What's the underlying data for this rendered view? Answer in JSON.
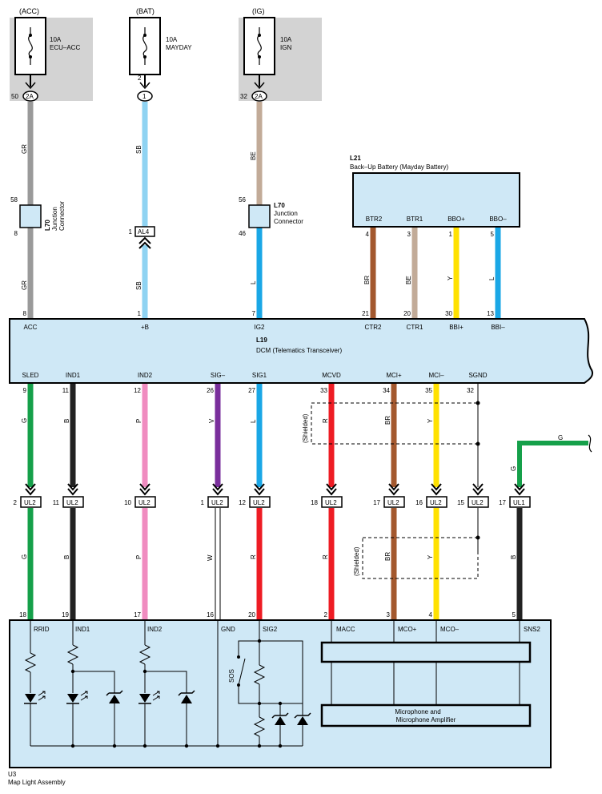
{
  "colors": {
    "gray_box": "#d3d3d3",
    "module_fill": "#cfe8f6",
    "GR": "#9a9a9a",
    "SB": "#8fd3f2",
    "BE": "#c2ab98",
    "L": "#1aa7e6",
    "BR": "#a3582e",
    "Y": "#ffe100",
    "G": "#15a04a",
    "B": "#222222",
    "P": "#f08cc0",
    "V": "#7a2f9c",
    "R": "#ee1c24",
    "W": "#ffffff"
  },
  "fuses": [
    {
      "source": "(ACC)",
      "rating": "10A",
      "name": "ECU–ACC",
      "connector": "2A",
      "pin": "50",
      "wire": "GR"
    },
    {
      "source": "(BAT)",
      "rating": "10A",
      "name": "MAYDAY",
      "connector": "1",
      "pin": "2",
      "wire": "SB"
    },
    {
      "source": "(IG)",
      "rating": "10A",
      "name": "IGN",
      "connector": "2A",
      "pin": "32",
      "wire": "BE"
    }
  ],
  "junction_left": {
    "id": "L70",
    "label1": "Junction",
    "label2": "Connector",
    "pin_top": "58",
    "pin_bottom": "8"
  },
  "junction_right": {
    "id": "L70",
    "label1": "Junction",
    "label2": "Connector",
    "pin_top": "56",
    "pin_bottom": "46"
  },
  "al4": {
    "pin": "1",
    "label": "AL4"
  },
  "battery": {
    "id": "L21",
    "name": "Back–Up Battery (Mayday Battery)",
    "terminals": [
      {
        "label": "BTR2",
        "pin": "4",
        "wire": "BR",
        "dcm_pin": "21",
        "dcm_label": "CTR2"
      },
      {
        "label": "BTR1",
        "pin": "3",
        "wire": "BE",
        "dcm_pin": "20",
        "dcm_label": "CTR1"
      },
      {
        "label": "BBO+",
        "pin": "1",
        "wire": "Y",
        "dcm_pin": "30",
        "dcm_label": "BBI+"
      },
      {
        "label": "BBO–",
        "pin": "5",
        "wire": "L",
        "dcm_pin": "13",
        "dcm_label": "BBI–"
      }
    ]
  },
  "dcm": {
    "id": "L19",
    "name": "DCM (Telematics Transceiver)",
    "top_terminals": [
      {
        "label": "ACC",
        "pin": "8",
        "wire": "GR"
      },
      {
        "label": "+B",
        "pin": "1",
        "wire": "SB"
      },
      {
        "label": "IG2",
        "pin": "7",
        "wire": "L"
      }
    ],
    "bottom_terminals": [
      {
        "label": "SLED",
        "pin": "9",
        "wire": "G"
      },
      {
        "label": "IND1",
        "pin": "11",
        "wire": "B"
      },
      {
        "label": "IND2",
        "pin": "12",
        "wire": "P"
      },
      {
        "label": "SIG–",
        "pin": "26",
        "wire": "V"
      },
      {
        "label": "SIG1",
        "pin": "27",
        "wire": "L"
      },
      {
        "label": "MCVD",
        "pin": "33",
        "wire": "R"
      },
      {
        "label": "MCI+",
        "pin": "34",
        "wire": "BR"
      },
      {
        "label": "MCI–",
        "pin": "35",
        "wire": "Y"
      },
      {
        "label": "SGND",
        "pin": "32",
        "wire": ""
      }
    ]
  },
  "ul_connectors": [
    {
      "pin": "2",
      "label": "UL2",
      "wire_below": "G",
      "map_pin": "18"
    },
    {
      "pin": "11",
      "label": "UL2",
      "wire_below": "B",
      "map_pin": "19"
    },
    {
      "pin": "10",
      "label": "UL2",
      "wire_below": "P",
      "map_pin": "17"
    },
    {
      "pin": "1",
      "label": "UL2",
      "wire_below": "W",
      "map_pin": "16"
    },
    {
      "pin": "12",
      "label": "UL2",
      "wire_below": "R",
      "map_pin": "20"
    },
    {
      "pin": "18",
      "label": "UL2",
      "wire_below": "R",
      "map_pin": "2"
    },
    {
      "pin": "17",
      "label": "UL2",
      "wire_below": "BR",
      "map_pin": "3"
    },
    {
      "pin": "16",
      "label": "UL2",
      "wire_below": "Y",
      "map_pin": "4"
    },
    {
      "pin": "15",
      "label": "UL2",
      "wire_below": "",
      "map_pin": ""
    },
    {
      "pin": "17",
      "label": "UL1",
      "wire_below": "B",
      "map_pin": "5"
    }
  ],
  "ul1_wire_above": "G",
  "external_wire_label": "G",
  "shielded": "(Shielded)",
  "map_light": {
    "id": "U3",
    "name": "Map Light Assembly",
    "terminals": [
      "RRID",
      "IND1",
      "IND2",
      "GND",
      "SIG2",
      "MACC",
      "MCO+",
      "MCO–",
      "SNS2"
    ],
    "sos_label": "SOS",
    "mic_label1": "Microphone and",
    "mic_label2": "Microphone Amplifier"
  }
}
